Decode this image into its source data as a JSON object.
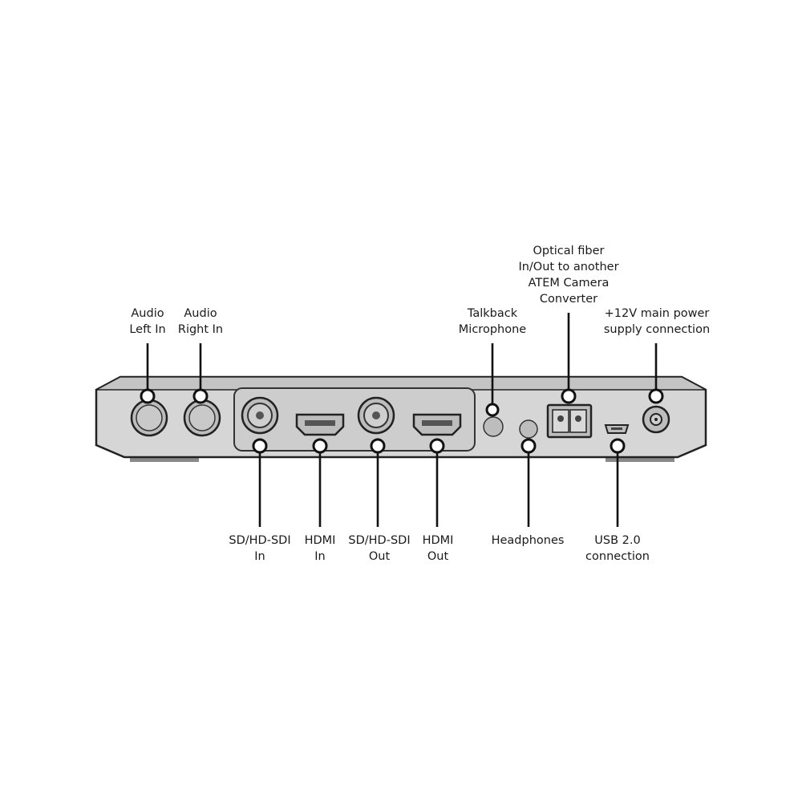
{
  "labels": {
    "audio_left": [
      "Audio",
      "Left In"
    ],
    "audio_right": [
      "Audio",
      "Right In"
    ],
    "talkback": [
      "Talkback",
      "Microphone"
    ],
    "optical": [
      "Optical fiber",
      "In/Out to another",
      "ATEM Camera",
      "Converter"
    ],
    "power": [
      "+12V main power",
      "supply connection"
    ],
    "sdi_in": [
      "SD/HD-SDI",
      "In"
    ],
    "hdmi_in": [
      "HDMI",
      "In"
    ],
    "sdi_out": [
      "SD/HD-SDI",
      "Out"
    ],
    "hdmi_out": [
      "HDMI",
      "Out"
    ],
    "headphones": [
      "Headphones"
    ],
    "usb": [
      "USB 2.0",
      "connection"
    ]
  },
  "colors": {
    "body_fill": "#d6d6d6",
    "body_stroke": "#222222",
    "panel_fill": "#cdcdcd",
    "port_fill": "#bdbdbd",
    "leader": "#111111",
    "marker_fill": "#ffffff"
  }
}
